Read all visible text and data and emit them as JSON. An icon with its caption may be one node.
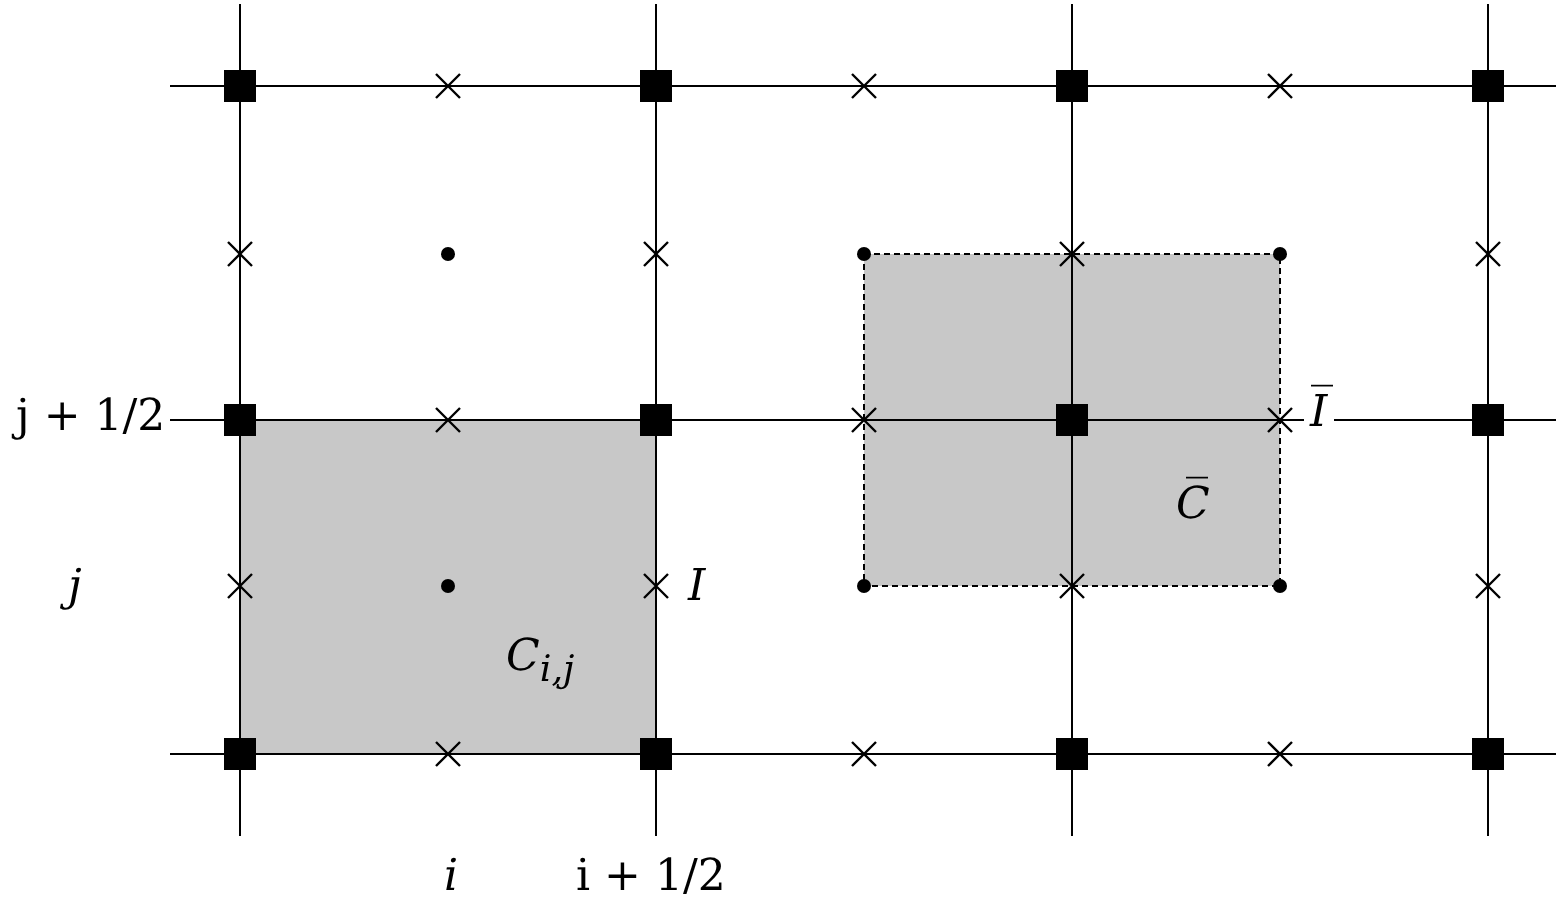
{
  "diagram": {
    "labels": [
      "j + 1/2",
      "I̅",
      "C̅",
      "j",
      "I",
      "C$_{i,j}$",
      "i",
      "i + 1/2"
    ]
  }
}
